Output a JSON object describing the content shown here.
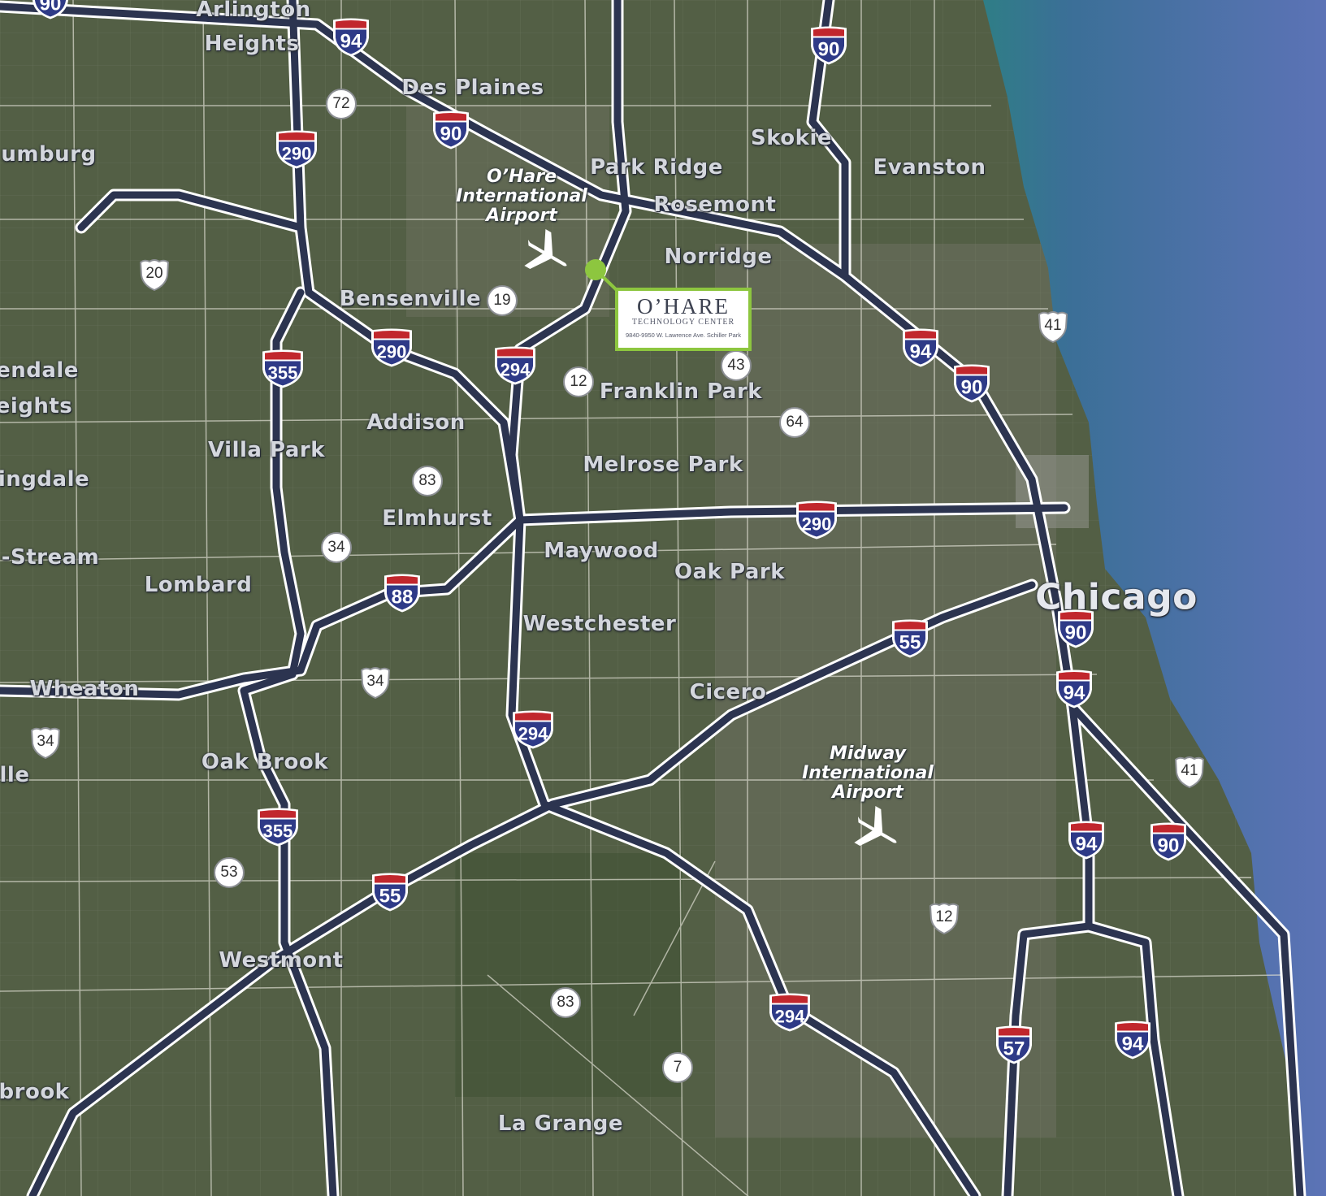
{
  "map": {
    "colors": {
      "land": "#4f5a41",
      "water": "#4f6aa4",
      "highway": "#2c3450",
      "highway_casing": "#ffffff",
      "interstate_top": "#c1272d",
      "interstate_body": "#2e3a87",
      "pin": "#8dc63f"
    },
    "towns": [
      {
        "name": "Arlington",
        "icon": "city-label"
      },
      {
        "name": "Heights"
      },
      {
        "name": "Des Plaines"
      },
      {
        "name": "umburg"
      },
      {
        "name": "Park Ridge"
      },
      {
        "name": "Skokie"
      },
      {
        "name": "Evanston"
      },
      {
        "name": "Rosemont"
      },
      {
        "name": "Norridge"
      },
      {
        "name": "Bensenville"
      },
      {
        "name": "endale"
      },
      {
        "name": "eights"
      },
      {
        "name": "Franklin Park"
      },
      {
        "name": "Addison"
      },
      {
        "name": "Villa Park"
      },
      {
        "name": "Melrose Park"
      },
      {
        "name": "ingdale"
      },
      {
        "name": "Elmhurst"
      },
      {
        "name": "Maywood"
      },
      {
        "name": "-Stream"
      },
      {
        "name": "Oak Park"
      },
      {
        "name": "Lombard"
      },
      {
        "name": "Chicago"
      },
      {
        "name": "Westchester"
      },
      {
        "name": "Wheaton"
      },
      {
        "name": "Cicero"
      },
      {
        "name": "lle"
      },
      {
        "name": "Oak Brook"
      },
      {
        "name": "Westmont"
      },
      {
        "name": "brook"
      },
      {
        "name": "La Grange"
      }
    ],
    "airports": [
      {
        "lines": [
          "O’Hare",
          "International",
          "Airport"
        ],
        "icon": "airplane-icon"
      },
      {
        "lines": [
          "Midway",
          "International",
          "Airport"
        ],
        "icon": "airplane-icon"
      }
    ],
    "interstates": [
      "90",
      "94",
      "90",
      "290",
      "90",
      "94",
      "90",
      "355",
      "290",
      "294",
      "88",
      "290",
      "90",
      "94",
      "294",
      "355",
      "94",
      "90",
      "55",
      "294",
      "57",
      "94",
      "55"
    ],
    "state_routes": [
      "72",
      "19",
      "43",
      "12",
      "64",
      "83",
      "34",
      "53",
      "83",
      "7"
    ],
    "us_routes": [
      "20",
      "41",
      "34",
      "34",
      "41",
      "12"
    ],
    "callout": {
      "title": "O’HARE",
      "subtitle": "TECHNOLOGY CENTER",
      "address": "9840-9950 W. Lawrence Ave. Schiller Park"
    }
  }
}
